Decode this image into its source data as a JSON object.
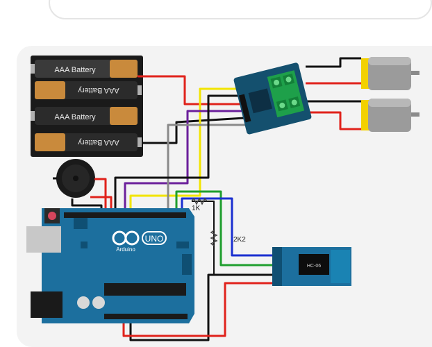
{
  "battery": {
    "label_a": "AAA Battery",
    "label_b": "AAA Battery",
    "label_c": "AAA Battery",
    "label_d": "AAA Battery"
  },
  "board": {
    "logo_text": "UNO",
    "brand": "Arduino"
  },
  "resistors": {
    "r1": "1K",
    "r2": "2K2"
  },
  "bluetooth": {
    "chip": "HC-06"
  },
  "colors": {
    "red": "#e0221b",
    "black": "#111111",
    "yellow": "#f2e400",
    "purple": "#6b1f9b",
    "gray": "#8a8a8a",
    "green": "#1f9e2e",
    "blue": "#1a2fd0",
    "board": "#1c6f9e",
    "driver": "#14506e"
  }
}
